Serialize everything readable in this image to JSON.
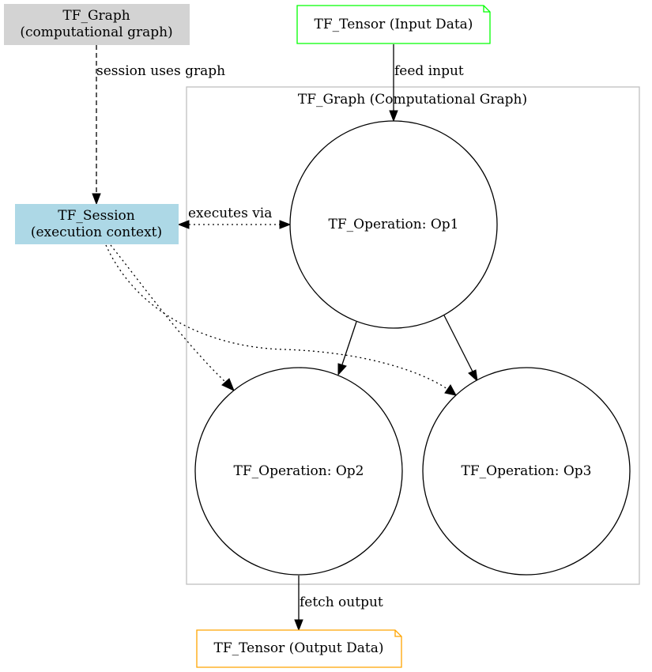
{
  "nodes": {
    "graph_node": {
      "line1": "TF_Graph",
      "line2": "(computational graph)",
      "fill": "#d3d3d3"
    },
    "session_node": {
      "line1": "TF_Session",
      "line2": "(execution context)",
      "fill": "#add8e6"
    },
    "input_tensor": {
      "label": "TF_Tensor (Input Data)",
      "border": "#00ff00"
    },
    "output_tensor": {
      "label": "TF_Tensor (Output Data)",
      "border": "#ffa500"
    },
    "op1": {
      "label": "TF_Operation: Op1"
    },
    "op2": {
      "label": "TF_Operation: Op2"
    },
    "op3": {
      "label": "TF_Operation: Op3"
    }
  },
  "cluster": {
    "label": "TF_Graph (Computational Graph)",
    "border": "#c0c0c0"
  },
  "edges": {
    "session_uses_graph": "session uses graph",
    "feed_input": "feed input",
    "executes_via": "executes via",
    "fetch_output": "fetch output"
  }
}
